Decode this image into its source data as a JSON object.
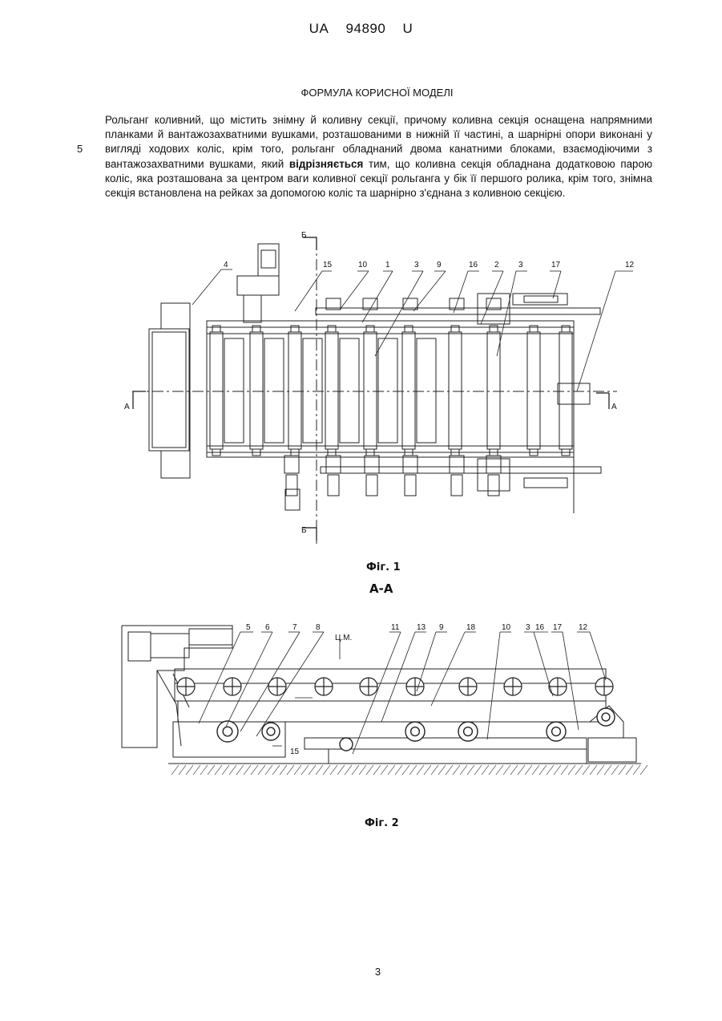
{
  "header": {
    "country": "UA",
    "number": "94890",
    "kind": "U"
  },
  "claims_title": "ФОРМУЛА КОРИСНОЇ МОДЕЛІ",
  "line_number": "5",
  "claim": {
    "part1": "Рольганг коливний, що містить знімну й коливну секції, причому коливна секція оснащена напрямними планками й вантажозахватними вушками, розташованими в нижній її частині, а шарнірні опори виконані у вигляді ходових коліс, крім того, рольганг обладнаний двома канатними блоками, взаємодіючими з вантажозахватними вушками, який ",
    "emphasis": "відрізняється",
    "part2": " тим, що коливна секція обладнана додатковою парою коліс, яка розташована за центром ваги коливної секції рольганга у бік її першого ролика, крім того, знімна секція встановлена на рейках за допомогою коліс та шарнірно з'єднана з коливною секцією."
  },
  "figure1": {
    "caption": "Фіг. 1",
    "labels": [
      "4",
      "15",
      "10",
      "1",
      "3",
      "9",
      "16",
      "2",
      "3",
      "17",
      "12"
    ],
    "section_marks": {
      "b_top": "Б",
      "b_bottom": "Б",
      "a_left": "А",
      "a_right": "А"
    }
  },
  "figure2": {
    "section_title": "А-А",
    "caption": "Фіг. 2",
    "labels": [
      "5",
      "6",
      "7",
      "8",
      "11",
      "13",
      "9",
      "18",
      "10",
      "3",
      "16",
      "17",
      "12"
    ],
    "cm_label": "Ц.М.",
    "label_15": "15"
  },
  "page_number": "3"
}
